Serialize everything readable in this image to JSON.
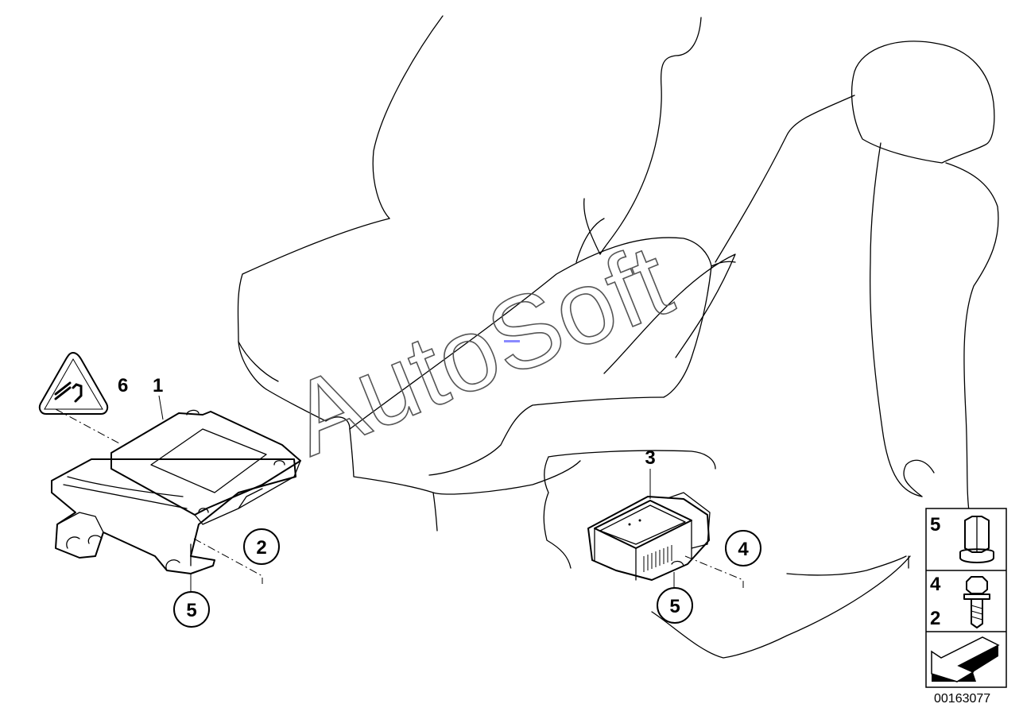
{
  "diagram": {
    "watermark": "AutoSoft",
    "part_number": "00163077",
    "callouts": {
      "c1": "1",
      "c2": "2",
      "c3": "3",
      "c4": "4",
      "c5a": "5",
      "c5b": "5",
      "c6": "6"
    },
    "legend": {
      "row1": [
        "5"
      ],
      "row2": [
        "4",
        "2"
      ]
    },
    "icons": [
      "warning-triangle-seat-icon",
      "hex-bolt-icon",
      "hex-screw-icon",
      "direction-arrow-icon"
    ]
  }
}
